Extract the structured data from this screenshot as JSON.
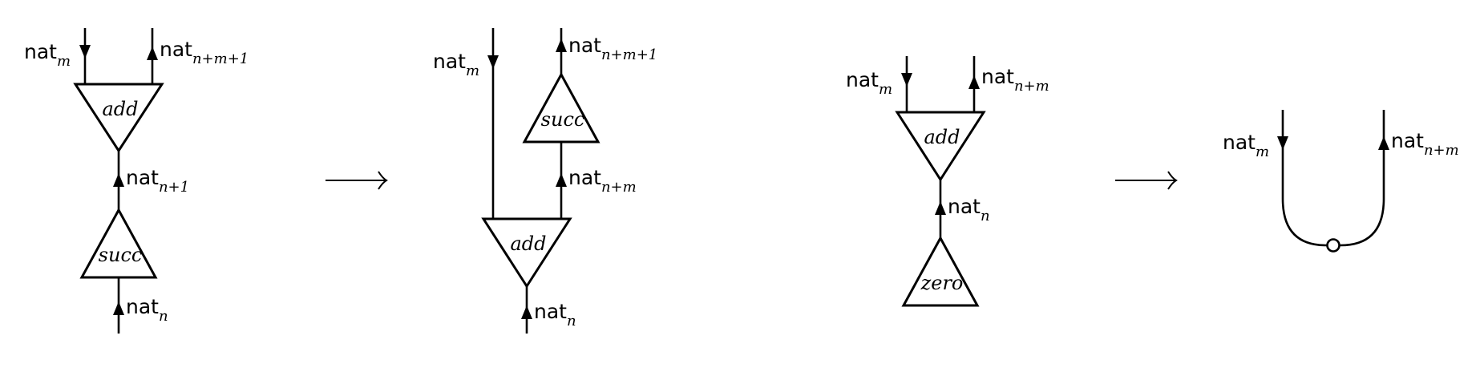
{
  "diagram": {
    "rule1": {
      "lhs": {
        "labels": {
          "top_left": {
            "base": "nat",
            "sub": "m"
          },
          "top_right": {
            "base": "nat",
            "sub": "n+m+1"
          },
          "mid": {
            "base": "nat",
            "sub": "n+1"
          },
          "bottom": {
            "base": "nat",
            "sub": "n"
          }
        },
        "nodes": {
          "add": "add",
          "succ": "succ"
        }
      },
      "rewrite_arrow": "⟶",
      "rhs": {
        "labels": {
          "top_left": {
            "base": "nat",
            "sub": "m"
          },
          "top_right": {
            "base": "nat",
            "sub": "n+m+1"
          },
          "mid": {
            "base": "nat",
            "sub": "n+m"
          },
          "bottom": {
            "base": "nat",
            "sub": "n"
          }
        },
        "nodes": {
          "succ": "succ",
          "add": "add"
        }
      }
    },
    "rule2": {
      "lhs": {
        "labels": {
          "top_left": {
            "base": "nat",
            "sub": "m"
          },
          "top_right": {
            "base": "nat",
            "sub": "n+m"
          },
          "mid": {
            "base": "nat",
            "sub": "n"
          }
        },
        "nodes": {
          "add": "add",
          "zero": "zero"
        }
      },
      "rewrite_arrow": "⟶",
      "rhs": {
        "labels": {
          "left": {
            "base": "nat",
            "sub": "m"
          },
          "right": {
            "base": "nat",
            "sub": "n+m"
          }
        }
      }
    }
  }
}
